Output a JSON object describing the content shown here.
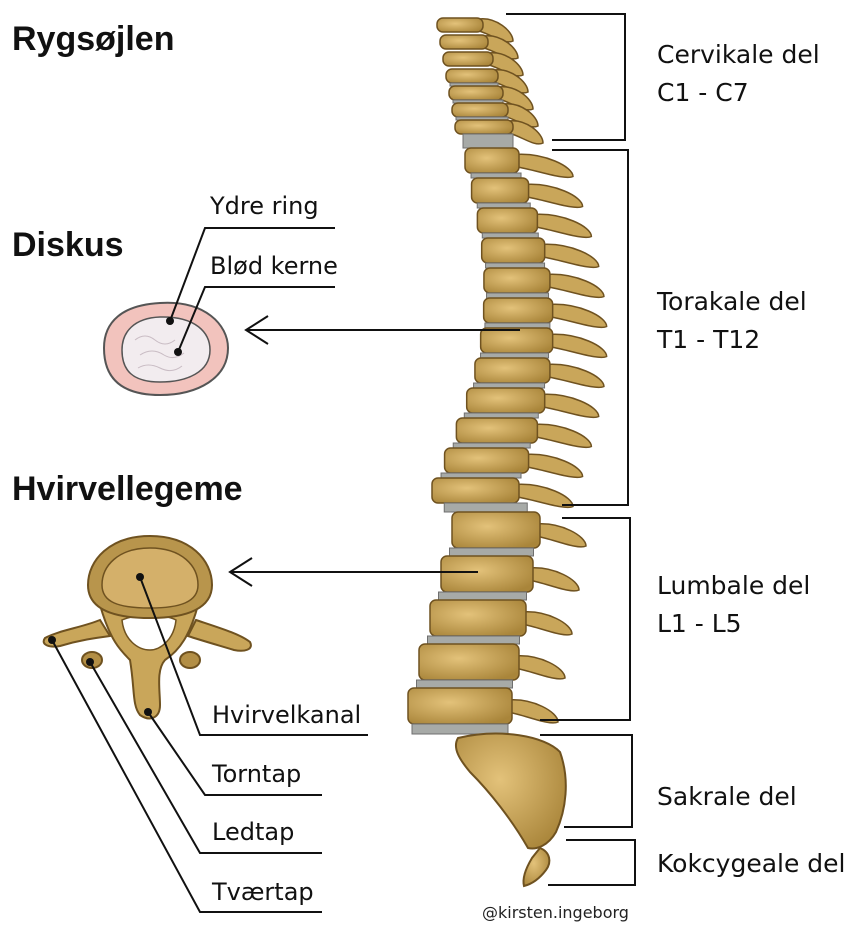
{
  "headings": {
    "spine": "Rygsøjlen",
    "disc": "Diskus",
    "vertebra": "Hvirvellegeme"
  },
  "disc_labels": {
    "outer": "Ydre ring",
    "inner": "Blød kerne"
  },
  "vertebra_labels": {
    "canal": "Hvirvelkanal",
    "spinous": "Torntap",
    "articular": "Ledtap",
    "transverse": "Tværtap"
  },
  "regions": [
    {
      "name": "Cervikale del",
      "range": "C1 - C7"
    },
    {
      "name": "Torakale del",
      "range": "T1 - T12"
    },
    {
      "name": "Lumbale del",
      "range": "L1 - L5"
    },
    {
      "name": "Sakrale del",
      "range": ""
    },
    {
      "name": "Kokcygeale del",
      "range": ""
    }
  ],
  "credit": "@kirsten.ingeborg",
  "colors": {
    "bone": "#c9a65a",
    "bone_dark": "#8a6a2a",
    "disc_gray": "#a7aaa7",
    "annulus": "#f2c3bd",
    "nucleus": "#f2ecef",
    "line": "#111111"
  }
}
